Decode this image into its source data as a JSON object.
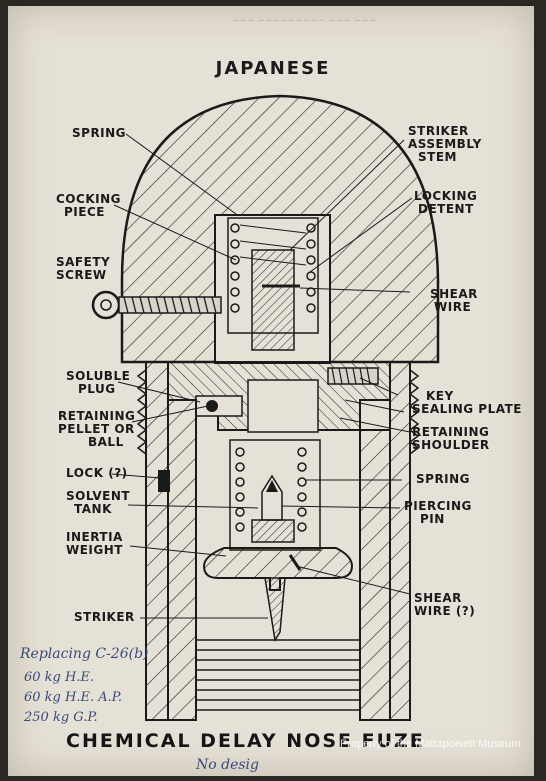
{
  "title_top": "JAPANESE",
  "title_bottom": "CHEMICAL DELAY NOSE FUZE",
  "labels": {
    "spring_top": "SPRING",
    "striker_assembly_stem": [
      "STRIKER",
      "ASSEMBLY",
      "STEM"
    ],
    "cocking_piece": [
      "COCKING",
      "PIECE"
    ],
    "locking_detent": [
      "LOCKING",
      "DETENT"
    ],
    "safety_screw": [
      "SAFETY",
      "SCREW"
    ],
    "shear_wire": [
      "SHEAR",
      "WIRE"
    ],
    "soluble_plug": [
      "SOLUBLE",
      "PLUG"
    ],
    "key": "KEY",
    "sealing_plate": "SEALING PLATE",
    "retaining_pellet_or_ball": [
      "RETAINING",
      "PELLET OR",
      "BALL"
    ],
    "retaining_shoulder": [
      "RETAINING",
      "SHOULDER"
    ],
    "lock": "LOCK (?)",
    "spring_lower": "SPRING",
    "solvent_tank": [
      "SOLVENT",
      "TANK"
    ],
    "piercing_pin": [
      "PIERCING",
      "PIN"
    ],
    "inertia_weight": [
      "INERTIA",
      "WEIGHT"
    ],
    "striker": "STRIKER",
    "shear_wire_q": [
      "SHEAR",
      "WIRE (?)"
    ]
  },
  "handwritten": {
    "replacing": "Replacing C-26(b)",
    "line1": "60 kg H.E.",
    "line2": "60 kg H.E. A.P.",
    "line3": "250 kg G.P.",
    "no_desig": "No desig"
  },
  "watermark": "Property of the Mattapoisett Museum",
  "colors": {
    "paper": "#e6e1d6",
    "ink": "#1a1a1a",
    "pencil": "#3a4a7a",
    "background": "#2b2723"
  }
}
